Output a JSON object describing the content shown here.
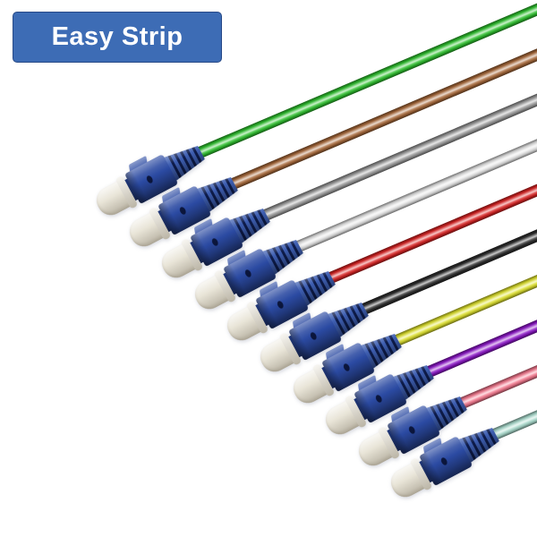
{
  "background": "#ffffff",
  "badge": {
    "label": "Easy Strip",
    "background": "#3d6cb5",
    "text_color": "#ffffff"
  },
  "product": {
    "connector_type": "LC",
    "connector_color": "#2b4aa2",
    "boot_color": "#24469f",
    "dust_cap_color": "#e9e5d8",
    "cable_count": 10
  },
  "pigtails": [
    {
      "name": "green",
      "color": "#2fc22f"
    },
    {
      "name": "brown",
      "color": "#a8693a"
    },
    {
      "name": "gray",
      "color": "#9c9c9c"
    },
    {
      "name": "white",
      "color": "#e2e2e2"
    },
    {
      "name": "red",
      "color": "#da2424"
    },
    {
      "name": "black",
      "color": "#2e2e2e"
    },
    {
      "name": "yellow",
      "color": "#dfe22e"
    },
    {
      "name": "violet",
      "color": "#8d17c9"
    },
    {
      "name": "pink",
      "color": "#f5798f"
    },
    {
      "name": "aqua",
      "color": "#a9dbcd"
    }
  ]
}
